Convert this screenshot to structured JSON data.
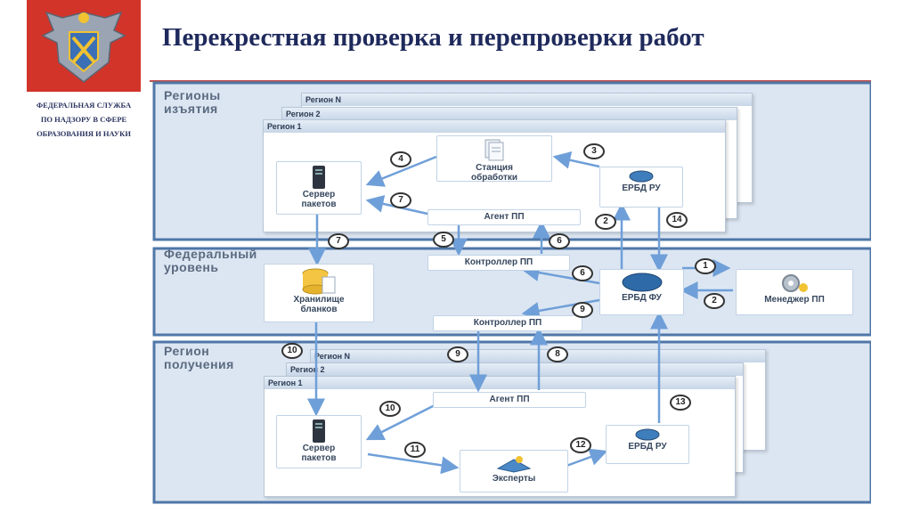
{
  "org": {
    "line1": "ФЕДЕРАЛЬНАЯ СЛУЖБА",
    "line2": "ПО НАДЗОРУ В СФЕРЕ",
    "line3": "ОБРАЗОВАНИЯ И НАУКИ"
  },
  "title": "Перекрестная проверка  и перепроверки работ",
  "bands": {
    "seize": "Регионы\nизъятия",
    "federal": "Федеральный\nуровень",
    "receive": "Регион\nполучения"
  },
  "regions": {
    "n": "Регион N",
    "two": "Регион 2",
    "one": "Регион 1"
  },
  "nodes": {
    "station": "Станция\nобработки",
    "server_top": "Сервер\nпакетов",
    "erbd_ru_top": "ЕРБД РУ",
    "agent_top": "Агент ПП",
    "controller_top": "Контроллер ПП",
    "storage": "Хранилище\nбланков",
    "erbd_fu": "ЕРБД ФУ",
    "manager": "Менеджер ПП",
    "controller_bottom": "Контроллер ПП",
    "agent_bottom": "Агент ПП",
    "server_bottom": "Сервер\nпакетов",
    "erbd_ru_bottom": "ЕРБД РУ",
    "experts": "Эксперты"
  },
  "steps": [
    "1",
    "2",
    "2",
    "3",
    "4",
    "5",
    "6",
    "6",
    "7",
    "7",
    "8",
    "9",
    "9",
    "10",
    "10",
    "11",
    "12",
    "13",
    "14"
  ],
  "colors": {
    "band_bg": "#dce6f2",
    "band_border": "#4f77a8",
    "arrow": "#6f9fd8",
    "logo": "#d2342a",
    "title": "#1f2a5c"
  }
}
